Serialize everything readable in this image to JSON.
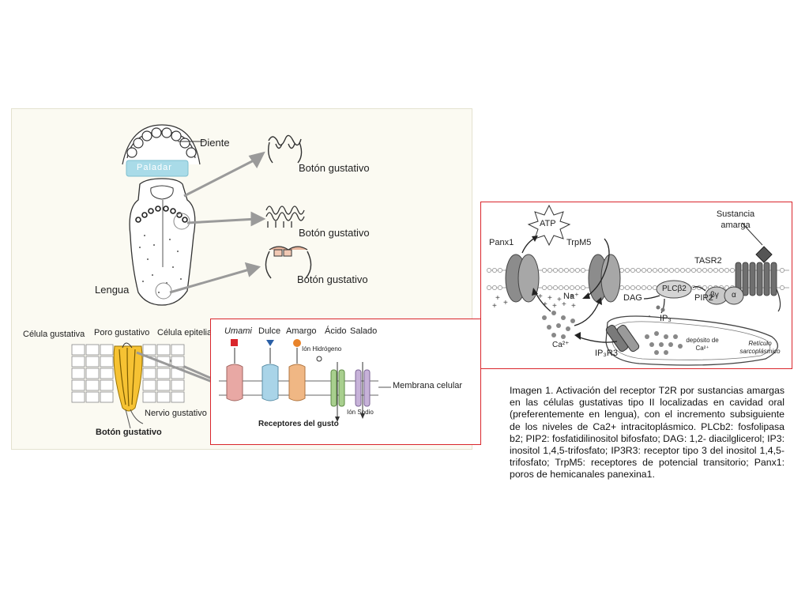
{
  "taste_anatomy": {
    "tooth_label": "Diente",
    "palate_label": "Paladar",
    "tongue_label": "Lengua",
    "taste_bud_labels": [
      "Botón gustativo",
      "Botón gustativo",
      "Botón gustativo"
    ],
    "taste_cell_label": "Célula gustativa",
    "taste_pore_label": "Poro gustativo",
    "epithelial_cell_label": "Célula epitelial",
    "gustatory_nerve_label": "Nervio gustativo",
    "taste_bud_title": "Botón gustativo"
  },
  "receptors": {
    "umami_label": "Umami",
    "sweet_label": "Dulce",
    "bitter_label": "Amargo",
    "sour_label": "Ácido",
    "salty_label": "Salado",
    "hydrogen_ion_label": "Ión Hidrógeno",
    "sodium_ion_label": "Ión Sodio",
    "membrane_label": "Membrana celular",
    "title": "Receptores del gusto",
    "colors": {
      "umami": "#e8a8a4",
      "sweet": "#a9d4e8",
      "bitter": "#f0b784",
      "sour": "#a8cf8e",
      "salty": "#c7b2d9"
    }
  },
  "pathway": {
    "bitter_substance_label": "Sustancia amarga",
    "atp_label": "ATP",
    "panx1_label": "Panx1",
    "trpm5_label": "TrpM5",
    "tasr2_label": "TASR2",
    "plcb2_label": "PLCβ2",
    "pip2_label": "PIP2",
    "dag_label": "DAG",
    "na_label": "Na⁺",
    "ip3_label": "IP₃",
    "ca_label": "Ca²⁺",
    "ip3r3_label": "IP₃R3",
    "gbg_label": "βγ",
    "galpha_label": "α",
    "reticulum_label": "Retículo sarcoplásmico",
    "ca_store_label": "depósito de Ca²⁺"
  },
  "caption": {
    "text": "Imagen 1. Activación del receptor T2R por sustancias amargas en las células gustativas tipo II localizadas en cavidad oral (preferentemente en lengua), con el incremento subsiguiente de los niveles de Ca2+ intracitoplásmico. PLCb2: fosfolipasa b2; PIP2: fosfatidilinositol bifosfato; DAG: 1,2- diacilglicerol; IP3: inositol 1,4,5-trifosfato; IP3R3: receptor tipo 3 del inositol 1,4,5-trifosfato; TrpM5: receptores de potencial transitorio; Panx1: poros de hemicanales panexina1."
  }
}
